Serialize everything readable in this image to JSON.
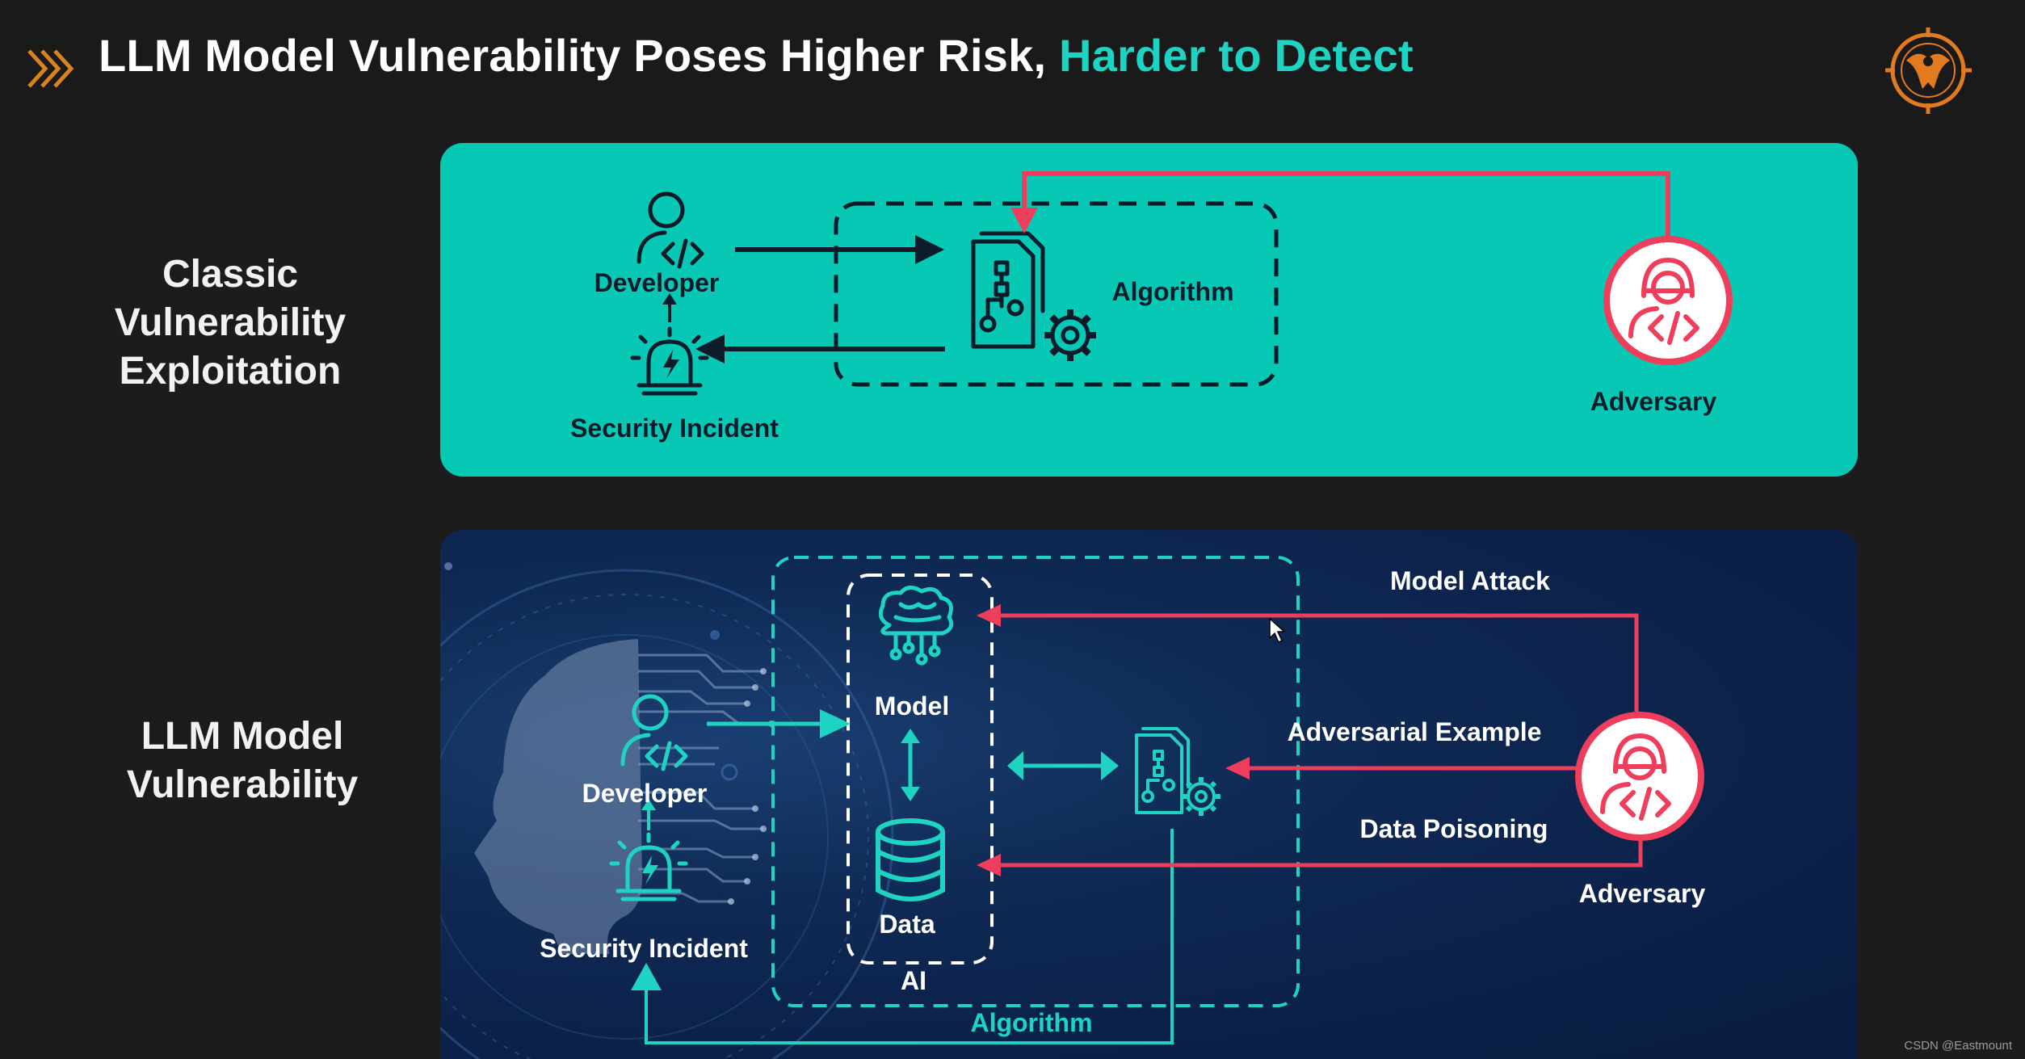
{
  "header": {
    "title_main": "LLM Model Vulnerability Poses Higher Risk, ",
    "title_accent": "Harder to Detect",
    "chevron_icon": "chevron-right-double-icon",
    "logo_icon": "eagle-logo-icon"
  },
  "colors": {
    "accent_teal": "#1fd3c3",
    "panel_teal": "#06c8b4",
    "panel_navy": "#0f2a55",
    "attack_red": "#ef3e5b",
    "dark_ink": "#0d1b2a"
  },
  "classic": {
    "row_label": [
      "Classic",
      "Vulnerability",
      "Exploitation"
    ],
    "developer": "Developer",
    "security_incident": "Security Incident",
    "algorithm": "Algorithm",
    "adversary": "Adversary"
  },
  "llm": {
    "row_label": [
      "LLM Model",
      "Vulnerability"
    ],
    "developer": "Developer",
    "security_incident": "Security Incident",
    "model": "Model",
    "data": "Data",
    "ai": "AI",
    "algorithm": "Algorithm",
    "model_attack": "Model Attack",
    "adversarial_example": "Adversarial Example",
    "data_poisoning": "Data Poisoning",
    "adversary": "Adversary"
  },
  "footer": {
    "watermark": "CSDN @Eastmount"
  }
}
